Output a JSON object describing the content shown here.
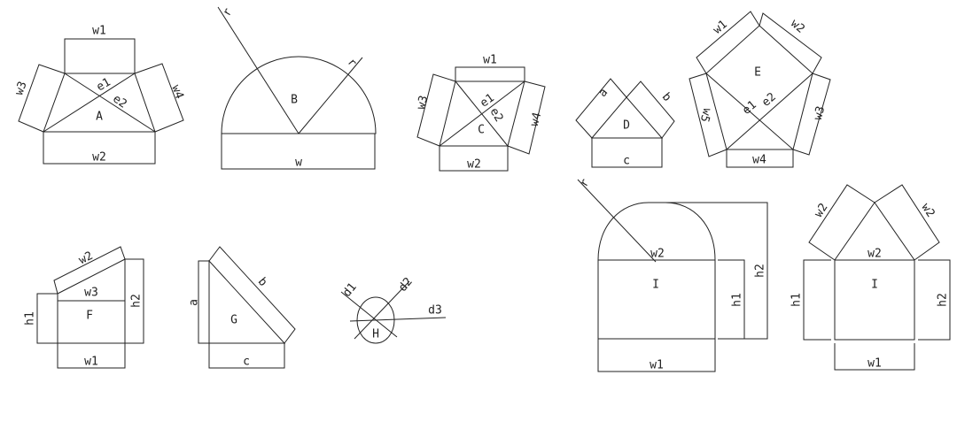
{
  "shapes": {
    "A": {
      "label": "A",
      "w1": "w1",
      "w2": "w2",
      "w3": "w3",
      "w4": "w4",
      "e1": "e1",
      "e2": "e2"
    },
    "B": {
      "label": "B",
      "r1": "r",
      "r2": "r",
      "w": "w"
    },
    "C": {
      "label": "C",
      "w1": "w1",
      "w2": "w2",
      "w3": "w3",
      "w4": "w4",
      "e1": "e1",
      "e2": "e2"
    },
    "D": {
      "label": "D",
      "a": "a",
      "b": "b",
      "c": "c"
    },
    "E": {
      "label": "E",
      "w1": "w1",
      "w2": "w2",
      "w3": "w3",
      "w4": "w4",
      "w5": "w5",
      "e1": "e1",
      "e2": "e2"
    },
    "F": {
      "label": "F",
      "w1": "w1",
      "w2": "w2",
      "w3": "w3",
      "h1": "h1",
      "h2": "h2"
    },
    "G": {
      "label": "G",
      "a": "a",
      "b": "b",
      "c": "c"
    },
    "H": {
      "label": "H",
      "d1": "d1",
      "d2": "d2",
      "d3": "d3"
    },
    "I1": {
      "label": "I",
      "r": "r",
      "w1": "w1",
      "w2": "w2",
      "h1": "h1",
      "h2": "h2"
    },
    "I2": {
      "label": "I",
      "w1": "w1",
      "w2a": "w2",
      "w2b": "w2",
      "w2c": "w2",
      "h1": "h1",
      "h2": "h2"
    }
  }
}
